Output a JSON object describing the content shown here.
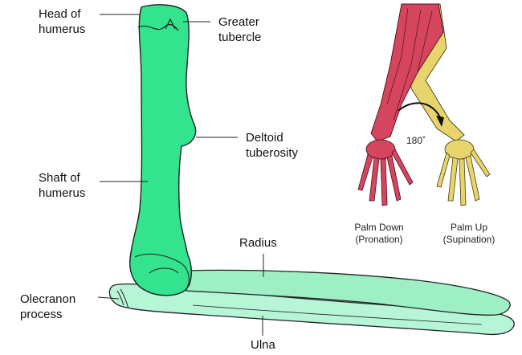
{
  "colors": {
    "humerus": "#33e38d",
    "radius": "#9ef0c4",
    "ulna": "#b6f5d6",
    "outline": "#222222",
    "pronation_hand": "#d5465e",
    "supination_hand": "#e8d46c",
    "arrow": "#111111"
  },
  "labels": {
    "head_of_humerus": [
      "Head of",
      "humerus"
    ],
    "greater_tubercle": [
      "Greater",
      "tubercle"
    ],
    "deltoid_tuberosity": [
      "Deltoid",
      "tuberosity"
    ],
    "shaft_of_humerus": [
      "Shaft of",
      "humerus"
    ],
    "olecranon_process": [
      "Olecranon",
      "process"
    ],
    "radius": "Radius",
    "ulna": "Ulna"
  },
  "rotation": {
    "angle": "180˚",
    "palm_down": [
      "Palm Down",
      "(Pronation)"
    ],
    "palm_up": [
      "Palm Up",
      "(Supination)"
    ]
  }
}
